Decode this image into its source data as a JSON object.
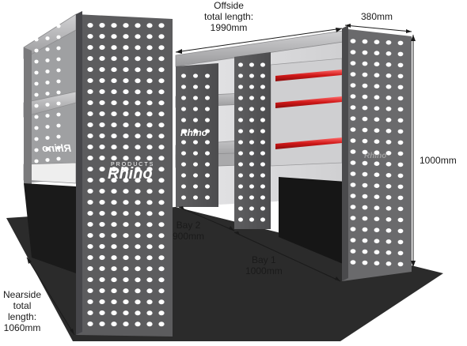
{
  "dimensions": {
    "offside": {
      "line1": "Offside",
      "line2": "total length:",
      "value": "1990mm"
    },
    "depth": {
      "value": "380mm"
    },
    "height": {
      "value": "1000mm"
    },
    "bay2": {
      "name": "Bay 2",
      "value": "900mm"
    },
    "bay1": {
      "name": "Bay 1",
      "value": "1000mm"
    },
    "nearside": {
      "line1": "Nearside",
      "line2": "total",
      "line3": "length:",
      "value": "1060mm"
    }
  },
  "brand": {
    "logo_text": "Rhino",
    "logo_subtext": "PRODUCTS"
  },
  "colors": {
    "panel_dark": "#5a5a5c",
    "panel_mid": "#6e6e70",
    "panel_light": "#8a8a8c",
    "shelf": "#b9b9bb",
    "floor": "#2b2b2b",
    "accent_red": "#d01818",
    "hole": "#ffffff"
  }
}
